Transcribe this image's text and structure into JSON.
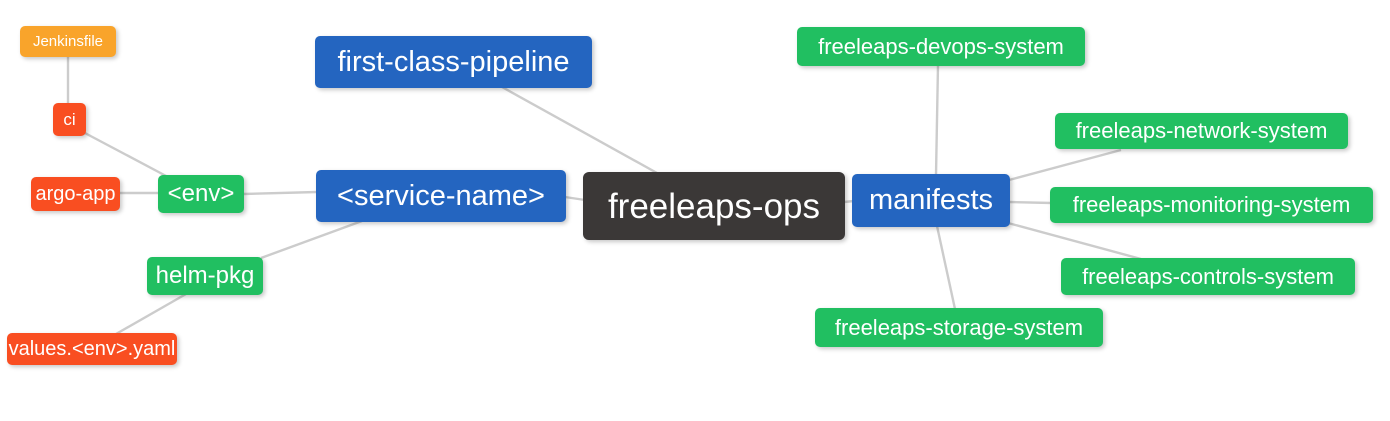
{
  "diagram": {
    "title": "freeleaps-ops repository structure mind map",
    "background": "#ffffff",
    "edge_color": "#cccccc",
    "colors": {
      "root": "#3b3837",
      "primary": "#2465c0",
      "success": "#21bf61",
      "danger": "#f94e21",
      "warning": "#f9a42b",
      "text": "#ffffff"
    },
    "nodes": [
      {
        "id": "jenkinsfile",
        "label": "Jenkinsfile",
        "role": "warning"
      },
      {
        "id": "ci",
        "label": "ci",
        "role": "danger"
      },
      {
        "id": "argo-app",
        "label": "argo-app",
        "role": "danger"
      },
      {
        "id": "env",
        "label": "<env>",
        "role": "success"
      },
      {
        "id": "helm-pkg",
        "label": "helm-pkg",
        "role": "success"
      },
      {
        "id": "values-env-yaml",
        "label": "values.<env>.yaml",
        "role": "danger"
      },
      {
        "id": "first-class-pipeline",
        "label": "first-class-pipeline",
        "role": "primary"
      },
      {
        "id": "service-name",
        "label": "<service-name>",
        "role": "primary"
      },
      {
        "id": "freeleaps-ops",
        "label": "freeleaps-ops",
        "role": "root"
      },
      {
        "id": "manifests",
        "label": "manifests",
        "role": "primary"
      },
      {
        "id": "freeleaps-devops-system",
        "label": "freeleaps-devops-system",
        "role": "success"
      },
      {
        "id": "freeleaps-network-system",
        "label": "freeleaps-network-system",
        "role": "success"
      },
      {
        "id": "freeleaps-monitoring-system",
        "label": "freeleaps-monitoring-system",
        "role": "success"
      },
      {
        "id": "freeleaps-controls-system",
        "label": "freeleaps-controls-system",
        "role": "success"
      },
      {
        "id": "freeleaps-storage-system",
        "label": "freeleaps-storage-system",
        "role": "success"
      }
    ],
    "edges": [
      {
        "from": "Jenkinsfile",
        "to": "ci"
      },
      {
        "from": "ci",
        "to": "<env>"
      },
      {
        "from": "argo-app",
        "to": "<env>"
      },
      {
        "from": "<env>",
        "to": "<service-name>"
      },
      {
        "from": "<service-name>",
        "to": "helm-pkg"
      },
      {
        "from": "helm-pkg",
        "to": "values.<env>.yaml"
      },
      {
        "from": "freeleaps-ops",
        "to": "first-class-pipeline"
      },
      {
        "from": "freeleaps-ops",
        "to": "<service-name>"
      },
      {
        "from": "freeleaps-ops",
        "to": "manifests"
      },
      {
        "from": "manifests",
        "to": "freeleaps-devops-system"
      },
      {
        "from": "manifests",
        "to": "freeleaps-network-system"
      },
      {
        "from": "manifests",
        "to": "freeleaps-monitoring-system"
      },
      {
        "from": "manifests",
        "to": "freeleaps-controls-system"
      },
      {
        "from": "manifests",
        "to": "freeleaps-storage-system"
      }
    ]
  }
}
